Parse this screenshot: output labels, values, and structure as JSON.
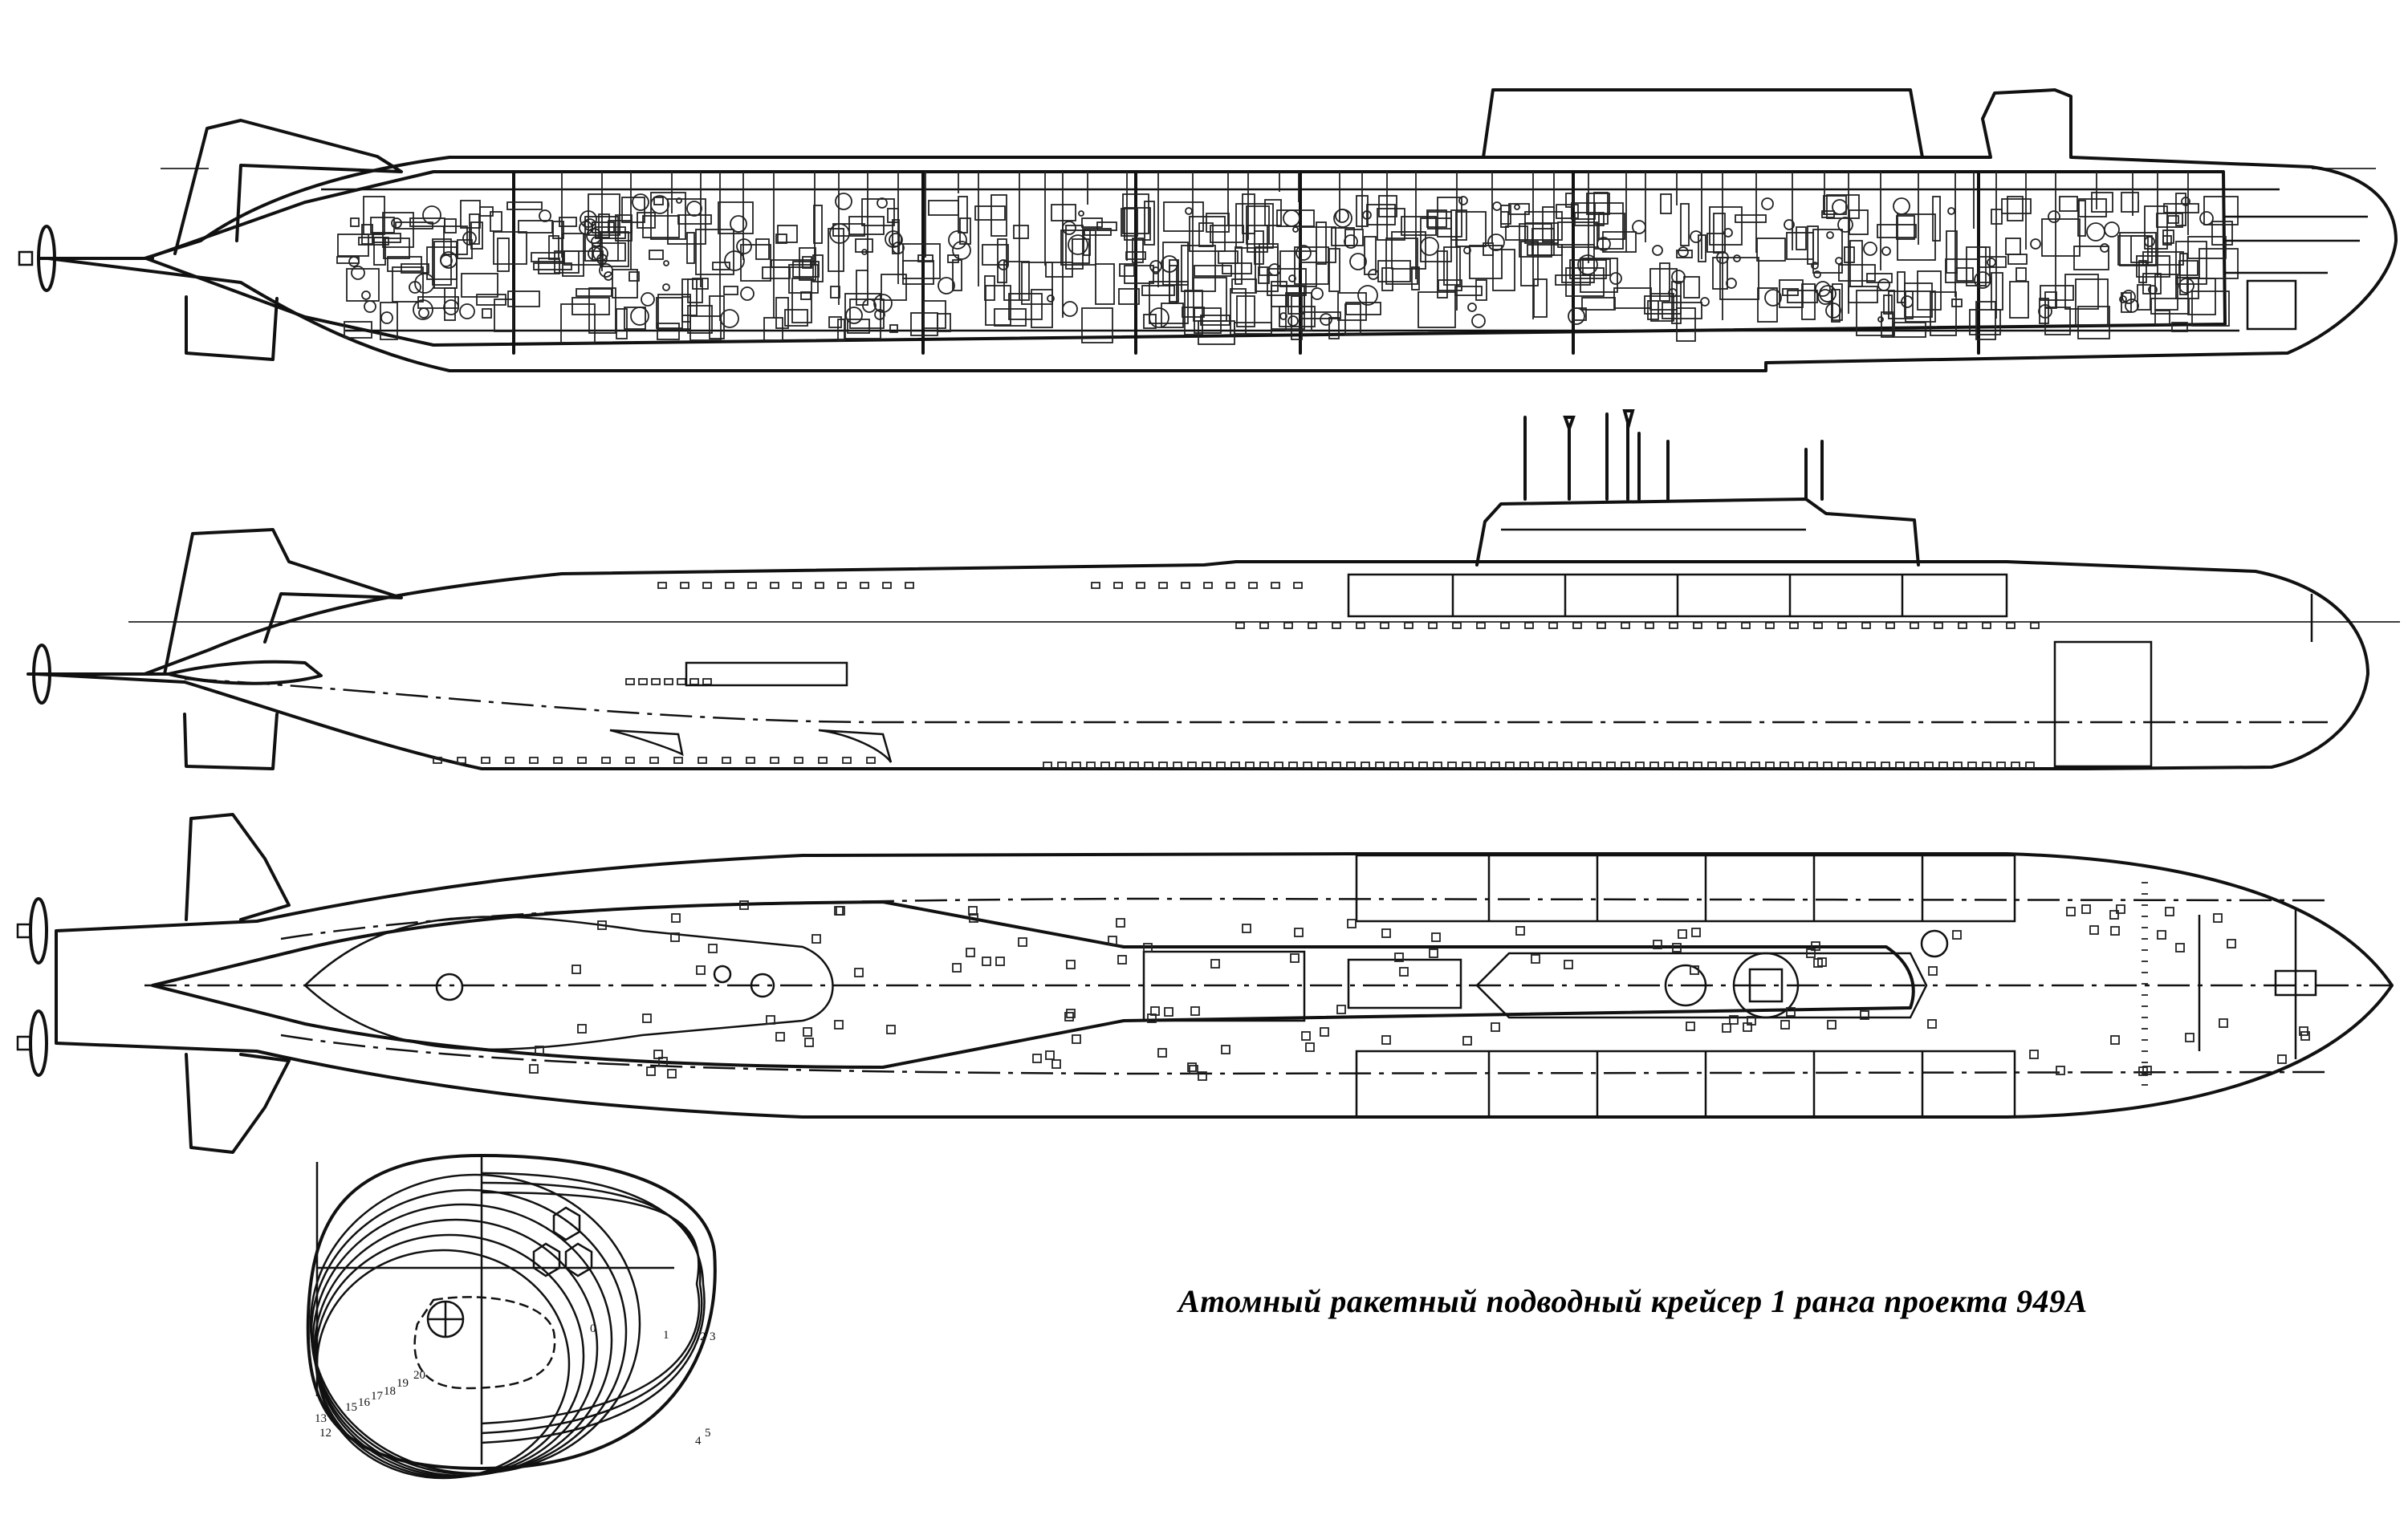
{
  "caption": "Атомный ракетный подводный крейсер 1 ранга проекта 949А",
  "section_labels": {
    "s0": "0",
    "s1": "1",
    "s2": "2",
    "s3": "3",
    "s4": "4",
    "s5": "5",
    "s12": "12",
    "s13": "13",
    "s15": "15",
    "s16": "16",
    "s17": "17",
    "s18": "18",
    "s19": "19",
    "s20": "20"
  }
}
